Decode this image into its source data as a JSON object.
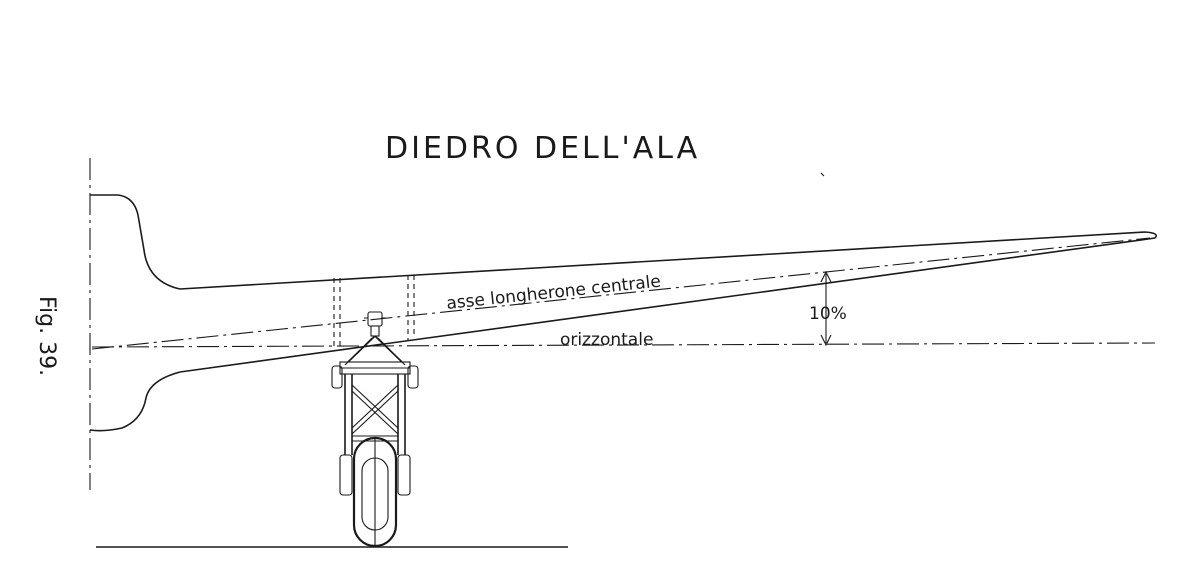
{
  "title": "DIEDRO DELL'ALA",
  "figure_label": "Fig. 39.",
  "labels": {
    "spar_axis": "asse longherone centrale",
    "horizontal": "orizzontale",
    "dihedral": "10%"
  },
  "colors": {
    "ink": "#1a1a1a",
    "paper": "#ffffff"
  }
}
